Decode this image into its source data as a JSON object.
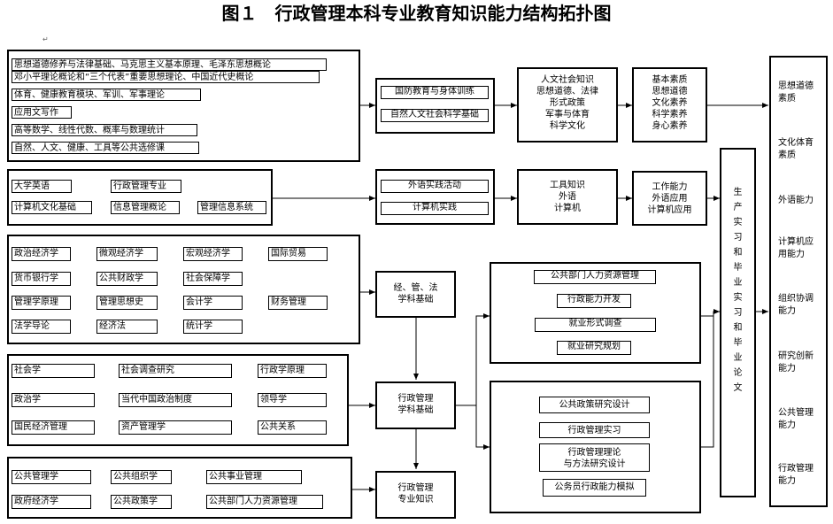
{
  "title": "图１　行政管理本科专业教育知识能力结构拓扑图",
  "courses": {
    "general": [
      "思想道德修养与法律基础、马克思主义基本原理、毛泽东思想概论",
      "邓小平理论概论和“三个代表”重要思想理论、中国近代史概论",
      "体育、健康教育模块、军训、军事理论",
      "应用文写作",
      "高等数学、线性代数、概率与数理统计",
      "自然、人文、健康、工具等公共选修课"
    ],
    "tools_a": [
      "大学英语",
      "行政管理专业"
    ],
    "tools_b": [
      "计算机文化基础",
      "信息管理概论",
      "管理信息系统"
    ],
    "econ": [
      [
        "政治经济学",
        "微观经济学",
        "宏观经济学",
        "国际贸易"
      ],
      [
        "货币银行学",
        "公共财政学",
        "社会保障学"
      ],
      [
        "管理学原理",
        "管理思想史",
        "会计学",
        "财务管理"
      ],
      [
        "法学导论",
        "经济法",
        "统计学"
      ]
    ],
    "admin": [
      [
        "社会学",
        "社会调查研究",
        "行政学原理"
      ],
      [
        "政治学",
        "当代中国政治制度",
        "领导学"
      ],
      [
        "国民经济管理",
        "资产管理学",
        "公共关系"
      ]
    ],
    "special": [
      [
        "公共管理学",
        "公共组织学",
        "公共事业管理"
      ],
      [
        "政府经济学",
        "公共政策学",
        "公共部门人力资源管理"
      ]
    ]
  },
  "practice": {
    "basic": [
      "国防教育与身体训练",
      "自然人文社会科学基础"
    ],
    "tools": [
      "外语实践活动",
      "计算机实践"
    ],
    "econ_base": [
      "经、管、法",
      "学科基础"
    ],
    "admin_base": [
      "行政管理",
      "学科基础"
    ],
    "special_knowledge": [
      "行政管理",
      "专业知识"
    ],
    "group1": [
      "公共部门人力资源管理",
      "行政能力开发",
      "就业形式调查",
      "就业研究规划"
    ],
    "group2": [
      "公共政策研究设计",
      "行政管理实习",
      "行政管理理论",
      "与方法研究设计",
      "公务员行政能力模拟"
    ]
  },
  "knowledge": {
    "humanities": [
      "人文社会知识",
      "思想道德、法律",
      "形式政策",
      "军事与体育",
      "科学文化"
    ],
    "tools": [
      "工具知识",
      "外语",
      "计算机"
    ]
  },
  "quality": {
    "basic": [
      "基本素质",
      "思想道德",
      "文化素养",
      "科学素养",
      "身心素养"
    ],
    "work": [
      "工作能力",
      "外语应用",
      "计算机应用"
    ]
  },
  "thesis": "生产实习和毕业实习和毕业论文",
  "outcomes": [
    [
      "思想道德",
      "素质"
    ],
    [
      "文化体育",
      "素质"
    ],
    [
      "外语能力"
    ],
    [
      "计算机应",
      "用能力"
    ],
    [
      "组织协调",
      "能力"
    ],
    [
      "研究创新",
      "能力"
    ],
    [
      "公共管理",
      "能力"
    ],
    [
      "行政管理",
      "能力"
    ]
  ],
  "colors": {
    "line": "#000000",
    "background": "#ffffff"
  }
}
